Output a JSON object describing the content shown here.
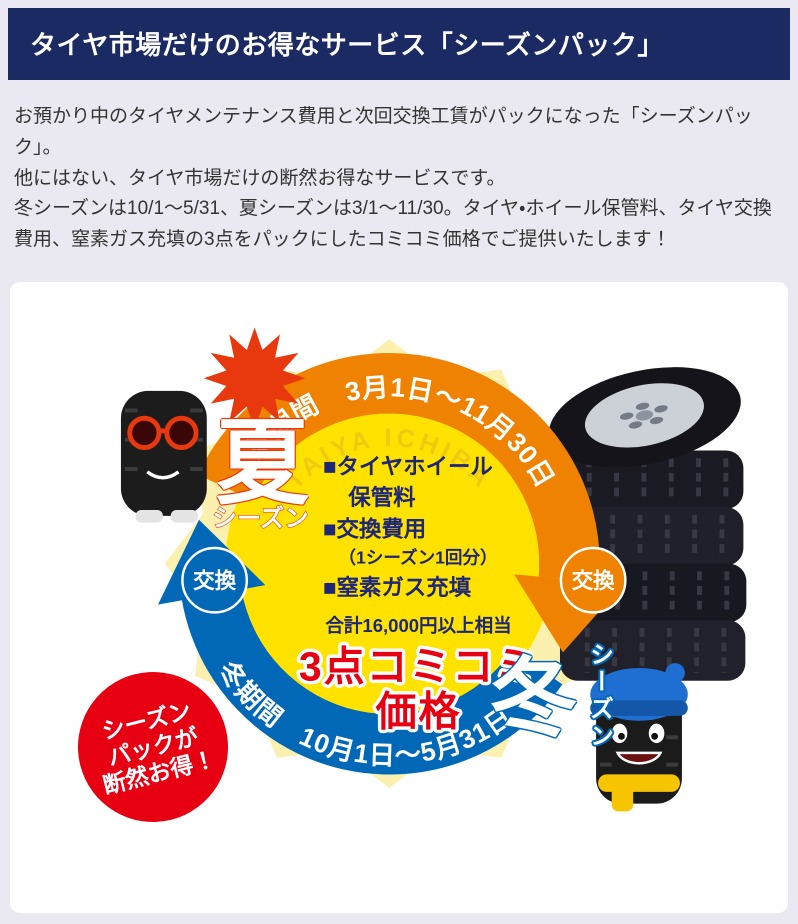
{
  "header": {
    "title": "タイヤ市場だけのお得なサービス「シーズンパック」"
  },
  "intro": {
    "p1": "お預かり中のタイヤメンテナンス費用と次回交換工賃がパックになった「シーズンパック」。",
    "p2": "他にはない、タイヤ市場だけの断然お得なサービスです。",
    "p3": "冬シーズンは10/1〜5/31、夏シーズンは3/1〜11/30。タイヤ・ホイール保管料、タイヤ交換費用、窒素ガス充填の3点をパックにしたコミコミ価格でご提供いたします！"
  },
  "diagram": {
    "watermark": "TAIYA ICHIBA",
    "summer": {
      "kanji": "夏",
      "season": "シーズン",
      "band_text": "夏期間　3月1日〜11月30日"
    },
    "winter": {
      "kanji": "冬",
      "season": "シーズン",
      "band_text": "冬期間　10月1日〜5月31日"
    },
    "exchange_label": "交換",
    "items": [
      "■タイヤホイール",
      "保管料",
      "■交換費用",
      "（1シーズン1回分）",
      "■窒素ガス充填"
    ],
    "total_note": "合計16,000円以上相当",
    "price_line1": "3点コミコミ",
    "price_line2": "価格",
    "promo_badge": {
      "line1": "シーズン",
      "line2": "パックが",
      "line3": "断然お得！"
    }
  },
  "colors": {
    "header_bg": "#1b2a63",
    "summer_orange": "#ef8200",
    "winter_blue": "#0068b7",
    "center_yellow": "#ffe200",
    "price_red": "#e60012"
  }
}
